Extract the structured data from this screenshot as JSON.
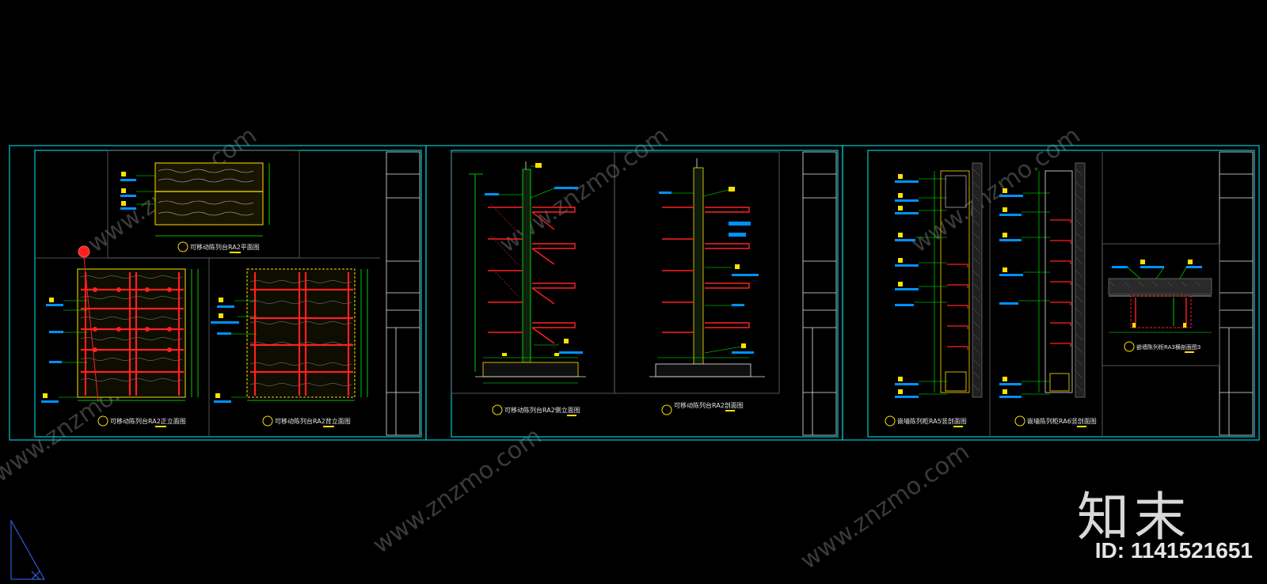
{
  "sheets": [
    {
      "views": [
        {
          "title": "可移动陈列台RA2平面图"
        },
        {
          "title": "可移动陈列台RA2正立面图"
        },
        {
          "title": "可移动陈列台RA2背立面图"
        }
      ]
    },
    {
      "views": [
        {
          "title": "可移动陈列台RA2侧立面图"
        },
        {
          "title": "可移动陈列台RA2剖面图"
        }
      ]
    },
    {
      "views": [
        {
          "title": "嵌墙陈列柜RA5竖剖面图"
        },
        {
          "title": "嵌墙陈列柜RA6竖剖面图"
        },
        {
          "title": "嵌墙陈列柜RA3横剖面图3"
        }
      ]
    }
  ],
  "watermark": {
    "site": "www.znzmo.com"
  },
  "brand": {
    "logo": "知末",
    "id": "ID: 1141521651"
  },
  "colors": {
    "frame": "#00c8d2",
    "red": "#ff2020",
    "yellow": "#ffe000",
    "green": "#00ff00",
    "blue": "#0090ff",
    "white": "#e8e8e8"
  }
}
